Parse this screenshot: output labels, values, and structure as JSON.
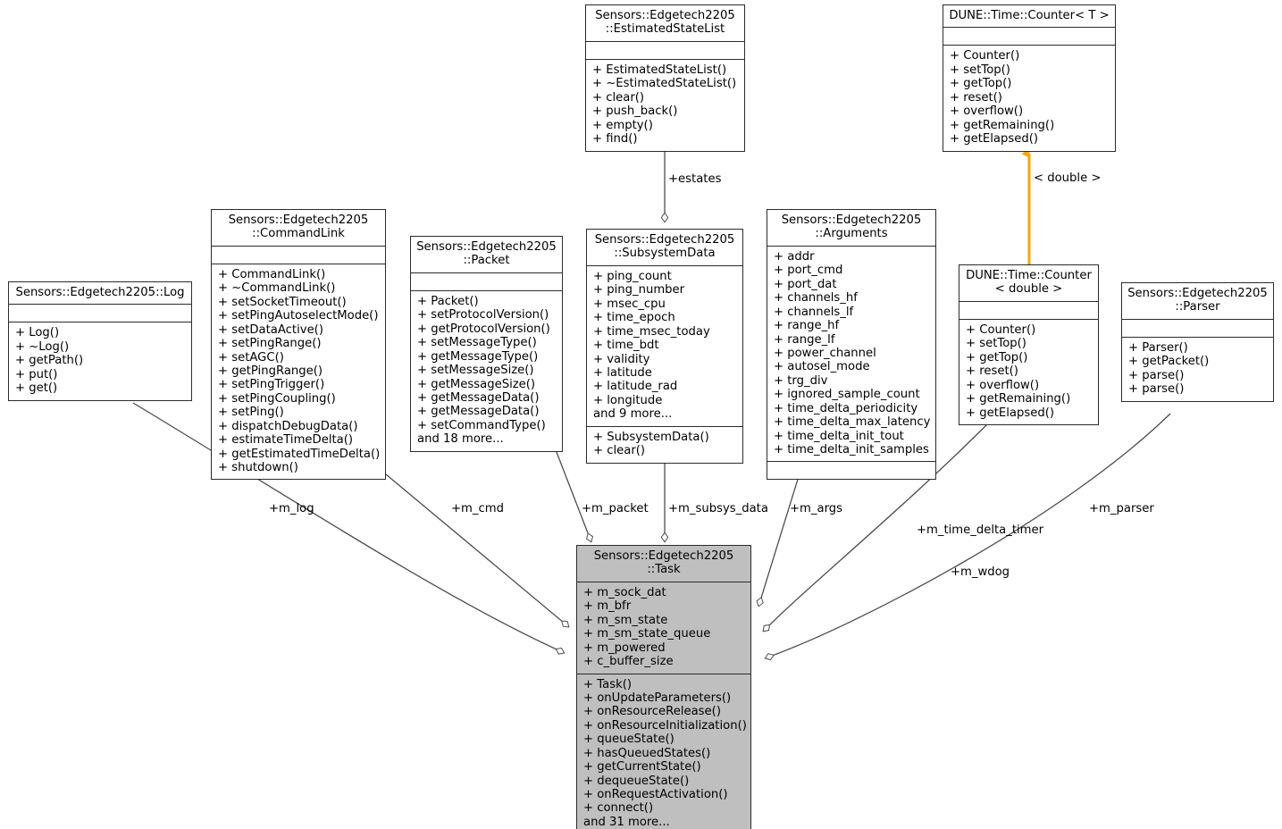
{
  "diagram": {
    "kind": "uml-collaboration-diagram",
    "background": "#ffffff",
    "box_border_color": "#2b2b2b",
    "highlight_fill": "#bfbfbf",
    "edge_color": "#4d4d4d",
    "inheritance_arrow_color": "#ffa500"
  },
  "classes": {
    "estimated_state_list": {
      "title": "Sensors::Edgetech2205\n::EstimatedStateList",
      "attributes": [],
      "operations": [
        "+ EstimatedStateList()",
        "+ ~EstimatedStateList()",
        "+ clear()",
        "+ push_back()",
        "+ empty()",
        "+ find()"
      ]
    },
    "counter_t": {
      "title": "DUNE::Time::Counter< T >",
      "attributes": [],
      "operations": [
        "+ Counter()",
        "+ setTop()",
        "+ getTop()",
        "+ reset()",
        "+ overflow()",
        "+ getRemaining()",
        "+ getElapsed()"
      ]
    },
    "command_link": {
      "title": "Sensors::Edgetech2205\n::CommandLink",
      "attributes": [],
      "operations": [
        "+ CommandLink()",
        "+ ~CommandLink()",
        "+ setSocketTimeout()",
        "+ setPingAutoselectMode()",
        "+ setDataActive()",
        "+ setPingRange()",
        "+ setAGC()",
        "+ getPingRange()",
        "+ setPingTrigger()",
        "+ setPingCoupling()",
        "+ setPing()",
        "+ dispatchDebugData()",
        "+ estimateTimeDelta()",
        "+ getEstimatedTimeDelta()",
        "+ shutdown()"
      ]
    },
    "log": {
      "title": "Sensors::Edgetech2205::Log",
      "attributes": [],
      "operations": [
        "+ Log()",
        "+ ~Log()",
        "+ getPath()",
        "+ put()",
        "+ get()"
      ]
    },
    "packet": {
      "title": "Sensors::Edgetech2205\n::Packet",
      "attributes": [],
      "operations": [
        "+ Packet()",
        "+ setProtocolVersion()",
        "+ getProtocolVersion()",
        "+ setMessageType()",
        "+ getMessageType()",
        "+ setMessageSize()",
        "+ getMessageSize()",
        "+ getMessageData()",
        "+ getMessageData()",
        "+ setCommandType()",
        "and 18 more..."
      ]
    },
    "subsystem_data": {
      "title": "Sensors::Edgetech2205\n::SubsystemData",
      "attributes": [
        "+ ping_count",
        "+ ping_number",
        "+ msec_cpu",
        "+ time_epoch",
        "+ time_msec_today",
        "+ time_bdt",
        "+ validity",
        "+ latitude",
        "+ latitude_rad",
        "+ longitude",
        "and 9 more..."
      ],
      "operations": [
        "+ SubsystemData()",
        "+ clear()"
      ]
    },
    "arguments": {
      "title": "Sensors::Edgetech2205\n::Arguments",
      "attributes": [
        "+ addr",
        "+ port_cmd",
        "+ port_dat",
        "+ channels_hf",
        "+ channels_lf",
        "+ range_hf",
        "+ range_lf",
        "+ power_channel",
        "+ autosel_mode",
        "+ trg_div",
        "+ ignored_sample_count",
        "+ time_delta_periodicity",
        "+ time_delta_max_latency",
        "+ time_delta_init_tout",
        "+ time_delta_init_samples"
      ],
      "operations": []
    },
    "counter_double": {
      "title": "DUNE::Time::Counter\n< double >",
      "attributes": [],
      "operations": [
        "+ Counter()",
        "+ setTop()",
        "+ getTop()",
        "+ reset()",
        "+ overflow()",
        "+ getRemaining()",
        "+ getElapsed()"
      ]
    },
    "parser": {
      "title": "Sensors::Edgetech2205\n::Parser",
      "attributes": [],
      "operations": [
        "+ Parser()",
        "+ getPacket()",
        "+ parse()",
        "+ parse()"
      ]
    },
    "task": {
      "title": "Sensors::Edgetech2205\n::Task",
      "attributes": [
        "+ m_sock_dat",
        "+ m_bfr",
        "+ m_sm_state",
        "+ m_sm_state_queue",
        "+ m_powered",
        "+ c_buffer_size"
      ],
      "operations": [
        "+ Task()",
        "+ onUpdateParameters()",
        "+ onResourceRelease()",
        "+ onResourceInitialization()",
        "+ queueState()",
        "+ hasQueuedStates()",
        "+ getCurrentState()",
        "+ dequeueState()",
        "+ onRequestActivation()",
        "+ connect()",
        "and 31 more..."
      ]
    }
  },
  "edge_labels": {
    "estates": "+estates",
    "template_double": "< double >",
    "m_log": "+m_log",
    "m_cmd": "+m_cmd",
    "m_packet": "+m_packet",
    "m_subsys_data": "+m_subsys_data",
    "m_args": "+m_args",
    "m_time_delta_timer": "+m_time_delta_timer",
    "m_wdog": "+m_wdog",
    "m_parser": "+m_parser"
  }
}
